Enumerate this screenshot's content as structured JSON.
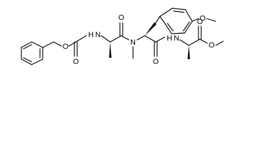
{
  "molecule": {
    "atoms": {
      "o_carbamate_ether": "O",
      "o_carbamate_carbonyl": "O",
      "n_carbamate": "H N",
      "o_ala_carbonyl": "O",
      "n_methyl": "N",
      "o_methoxy": "O",
      "o_tyr_carbonyl": "O",
      "n_amide": "H N",
      "o_ester_carbonyl": "O",
      "o_ester_ether": "O"
    }
  }
}
